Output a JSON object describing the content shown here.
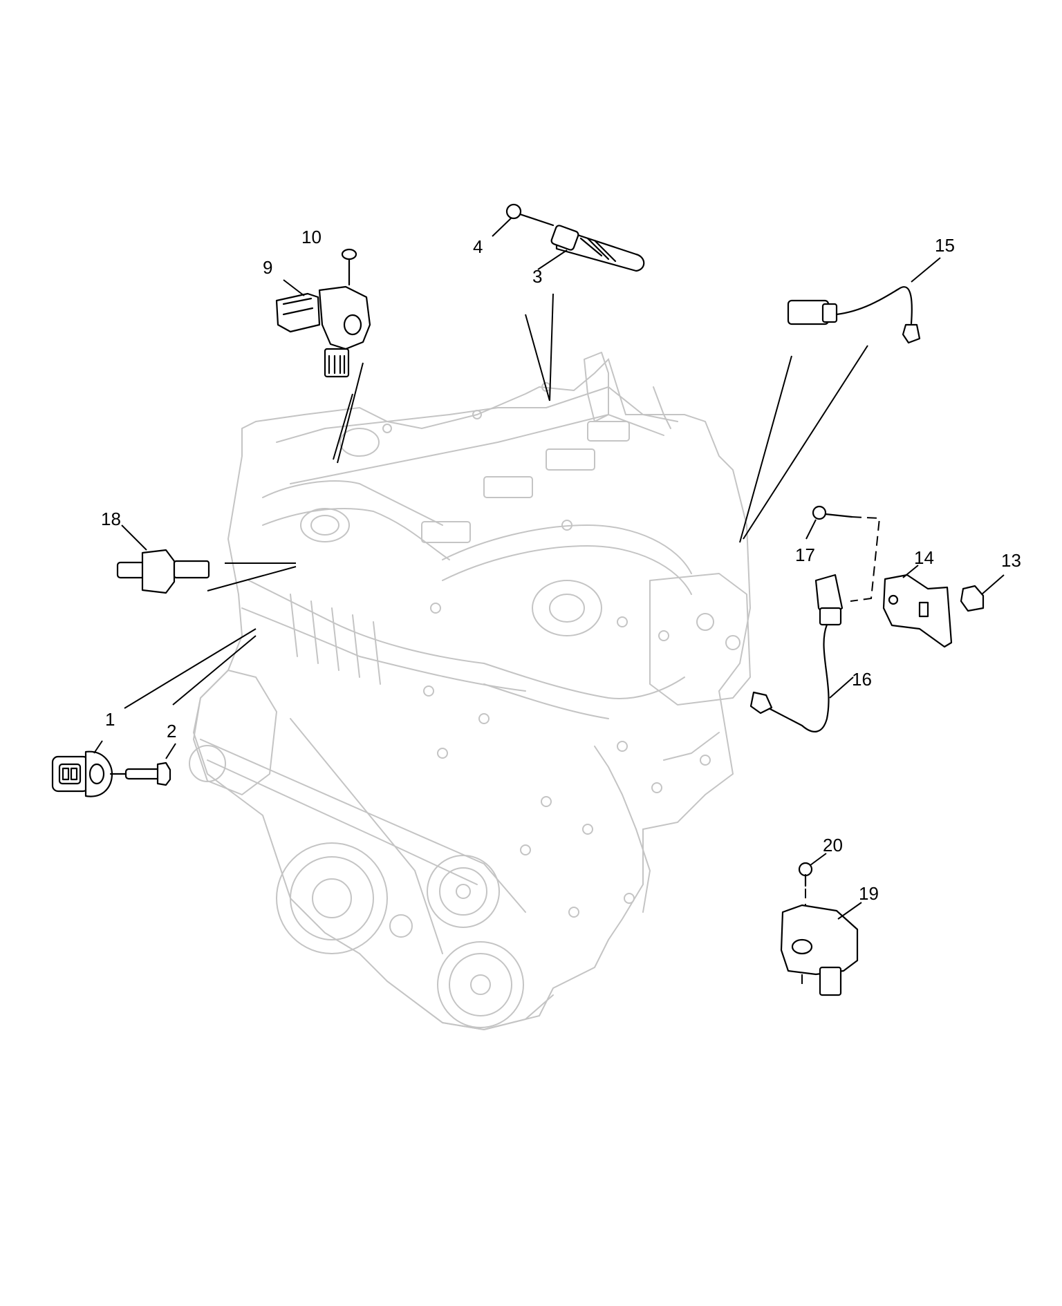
{
  "diagram": {
    "callouts": [
      {
        "id": "1",
        "text": "1"
      },
      {
        "id": "2",
        "text": "2"
      },
      {
        "id": "3",
        "text": "3"
      },
      {
        "id": "4",
        "text": "4"
      },
      {
        "id": "9",
        "text": "9"
      },
      {
        "id": "10",
        "text": "10"
      },
      {
        "id": "13",
        "text": "13"
      },
      {
        "id": "14",
        "text": "14"
      },
      {
        "id": "15",
        "text": "15"
      },
      {
        "id": "16",
        "text": "16"
      },
      {
        "id": "17",
        "text": "17"
      },
      {
        "id": "18",
        "text": "18"
      },
      {
        "id": "19",
        "text": "19"
      },
      {
        "id": "20",
        "text": "20"
      }
    ]
  },
  "colors": {
    "background": "#ffffff",
    "engine_outline": "#c4c4c4",
    "part_outline": "#000000"
  }
}
